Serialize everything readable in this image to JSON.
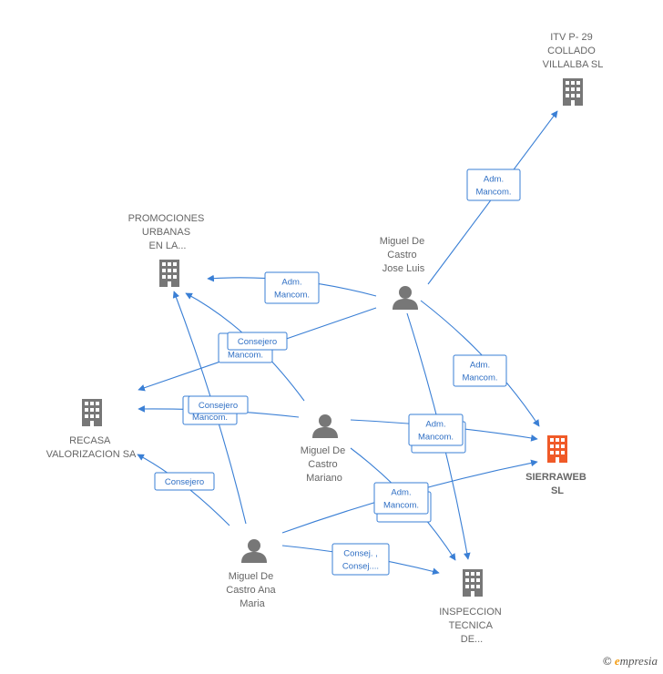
{
  "colors": {
    "edge": "#3a7fd5",
    "company": "#777777",
    "main_company": "#f05a28",
    "person": "#777777",
    "label": "#666666"
  },
  "companies": [
    {
      "id": "itv",
      "lines": [
        "ITV P- 29",
        "COLLADO",
        "VILLALBA  SL"
      ],
      "main": false
    },
    {
      "id": "promociones",
      "lines": [
        "PROMOCIONES",
        "URBANAS",
        "EN LA..."
      ],
      "main": false
    },
    {
      "id": "recasa",
      "lines": [
        "RECASA",
        "VALORIZACION SA"
      ],
      "main": false
    },
    {
      "id": "sierraweb",
      "lines": [
        "SIERRAWEB",
        "SL"
      ],
      "main": true
    },
    {
      "id": "inspeccion",
      "lines": [
        "INSPECCION",
        "TECNICA",
        "DE..."
      ],
      "main": false
    }
  ],
  "persons": [
    {
      "id": "jose_luis",
      "lines": [
        "Miguel De",
        "Castro",
        "Jose Luis"
      ]
    },
    {
      "id": "mariano",
      "lines": [
        "Miguel De",
        "Castro",
        "Mariano"
      ]
    },
    {
      "id": "ana_maria",
      "lines": [
        "Miguel De",
        "Castro Ana",
        "Maria"
      ]
    }
  ],
  "edge_labels": [
    {
      "id": "jl-itv",
      "lines": [
        "Adm.",
        "Mancom."
      ]
    },
    {
      "id": "jl-prom",
      "lines": [
        "Adm.",
        "Mancom."
      ]
    },
    {
      "id": "jl-sierra",
      "lines": [
        "Adm.",
        "Mancom."
      ]
    },
    {
      "id": "mar-prom-back",
      "lines": [
        "Adm.",
        "Mancom."
      ]
    },
    {
      "id": "jl-recasa",
      "lines": [
        "Consejero"
      ]
    },
    {
      "id": "mar-recasa-back",
      "lines": [
        "Adm.",
        "Mancom."
      ]
    },
    {
      "id": "mar-recasa",
      "lines": [
        "Consejero"
      ]
    },
    {
      "id": "mar-sierra-back",
      "lines": [
        "Consej...."
      ]
    },
    {
      "id": "mar-sierra",
      "lines": [
        "Adm.",
        "Mancom."
      ]
    },
    {
      "id": "ana-recasa",
      "lines": [
        "Consejero"
      ]
    },
    {
      "id": "ana-sierra-back",
      "lines": [
        "Consej...."
      ]
    },
    {
      "id": "ana-sierra",
      "lines": [
        "Adm.",
        "Mancom."
      ]
    },
    {
      "id": "ana-insp",
      "lines": [
        "Consej. ,",
        "Consej...."
      ]
    }
  ],
  "footer": {
    "copyright": "©",
    "brand_initial": "e",
    "brand_rest": "mpresia"
  }
}
